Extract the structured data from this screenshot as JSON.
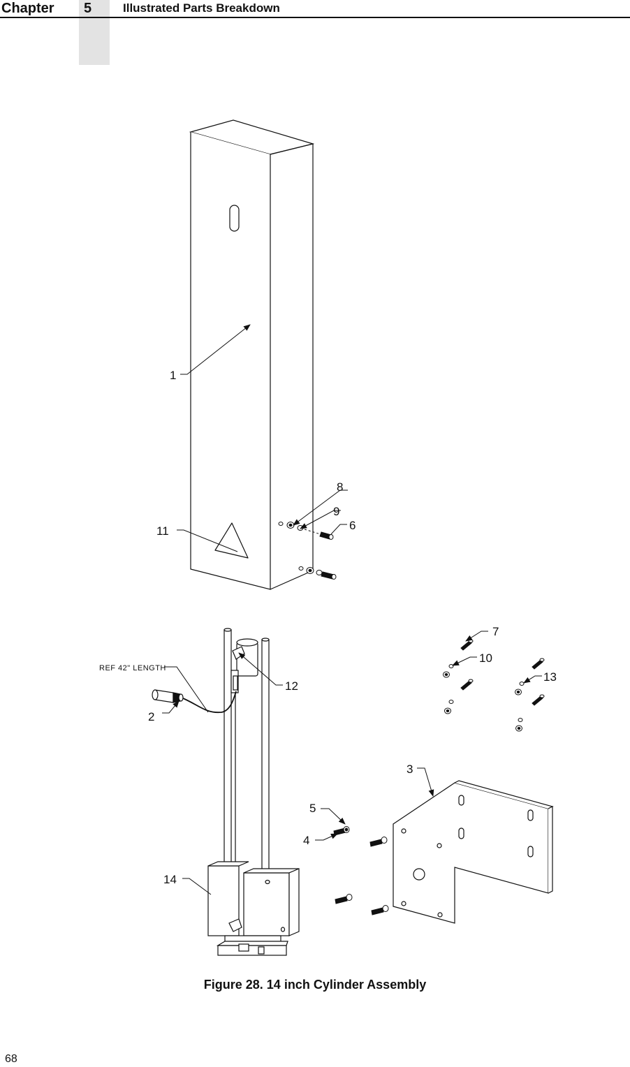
{
  "header": {
    "chapter_word": "Chapter",
    "chapter_number": "5",
    "chapter_title": "Illustrated Parts Breakdown"
  },
  "figure": {
    "caption": "Figure 28. 14 inch Cylinder Assembly",
    "callouts": [
      "1",
      "2",
      "3",
      "4",
      "5",
      "6",
      "7",
      "8",
      "9",
      "10",
      "11",
      "12",
      "13",
      "14"
    ],
    "annotation": "REF  42\"  LENGTH"
  },
  "footer": {
    "page_number": "68"
  }
}
